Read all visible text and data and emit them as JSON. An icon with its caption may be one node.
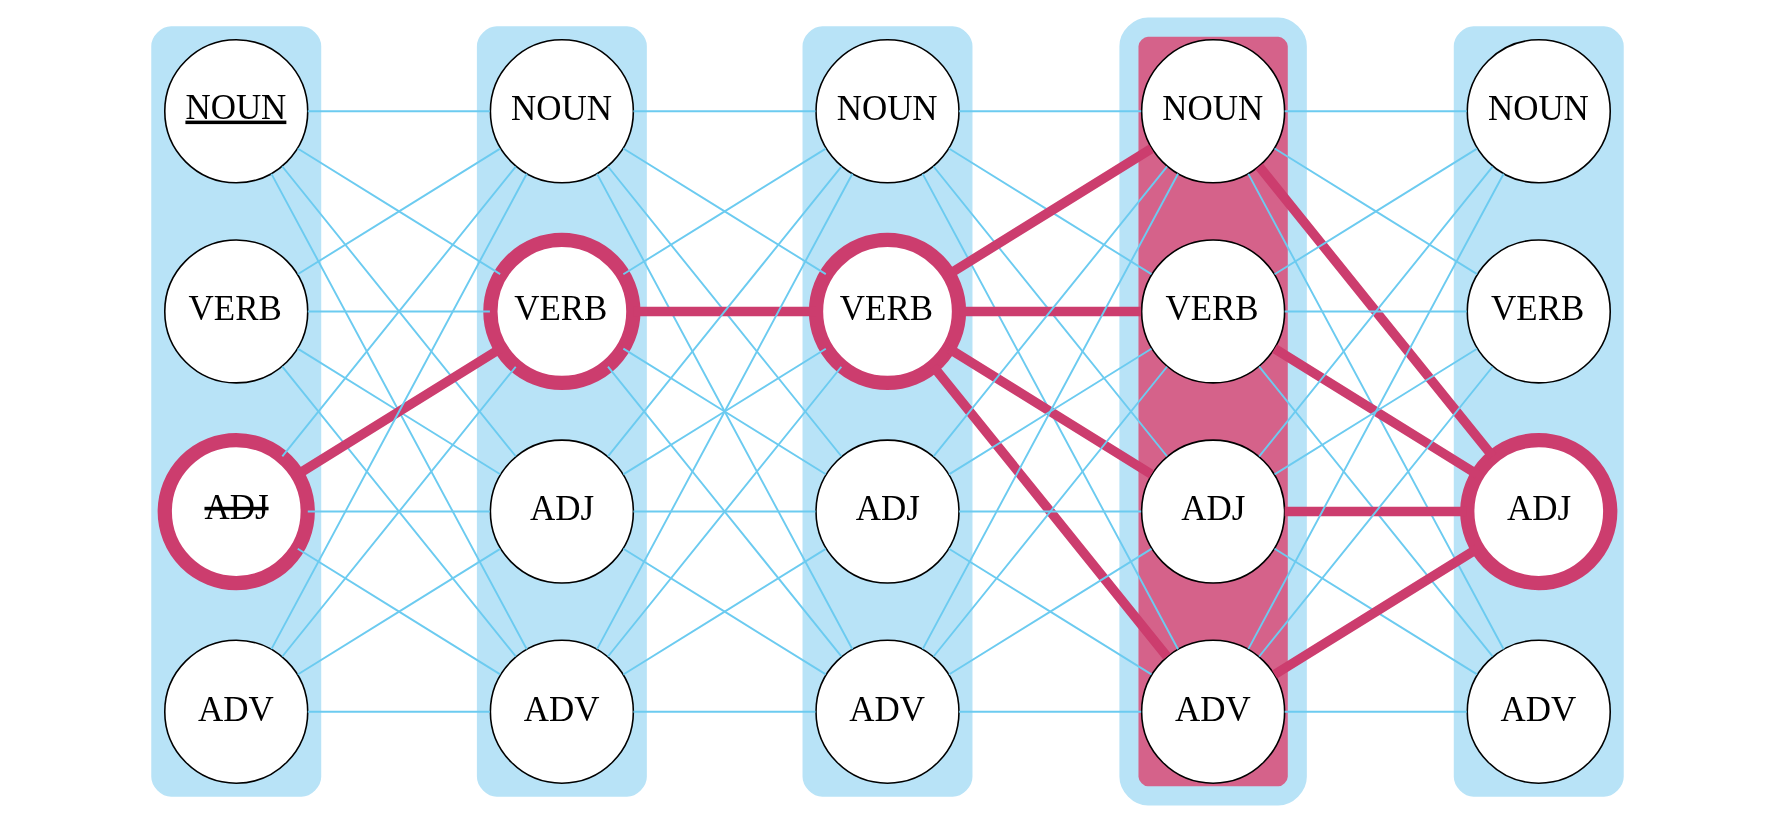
{
  "diagram": {
    "nodes": [
      {
        "text": [],
        "shape": "band"
      },
      {
        "text": [
          "NOUN"
        ],
        "in": 0
      },
      {
        "text": [
          "VERB"
        ],
        "in": 0
      },
      {
        "text": [
          "ADJ"
        ],
        "in": 0
      },
      {
        "text": [
          "ADV"
        ],
        "in": 0
      },
      {
        "text": [],
        "shape": "band"
      },
      {
        "text": [
          "NOUN"
        ],
        "in": 5
      },
      {
        "text": [
          "VERB"
        ],
        "in": 5
      },
      {
        "text": [
          "ADJ"
        ],
        "in": 5
      },
      {
        "text": [
          "ADV"
        ],
        "in": 5
      },
      {
        "text": [],
        "shape": "band"
      },
      {
        "text": [
          "NOUN"
        ],
        "in": 10
      },
      {
        "text": [
          "VERB"
        ],
        "in": 10
      },
      {
        "text": [
          "ADJ"
        ],
        "in": 10
      },
      {
        "text": [
          "ADV"
        ],
        "in": 10
      },
      {
        "text": [],
        "shape": "band"
      },
      {
        "text": [
          "NOUN"
        ],
        "in": 15
      },
      {
        "text": [
          "VERB"
        ],
        "in": 15
      },
      {
        "text": [
          "ADJ"
        ],
        "in": 15
      },
      {
        "text": [
          "ADV"
        ],
        "in": 15
      },
      {
        "text": [],
        "shape": "band"
      },
      {
        "text": [
          "NOUN"
        ],
        "in": 20
      },
      {
        "text": [
          "VERB"
        ],
        "in": 20
      },
      {
        "text": [
          "ADJ"
        ],
        "in": 20
      },
      {
        "text": [
          "ADV"
        ],
        "in": 20
      }
    ],
    "edges": [
      {
        "from": 1,
        "to": 6,
        "arrow": "none"
      },
      {
        "from": 1,
        "to": 7,
        "arrow": "none"
      },
      {
        "from": 1,
        "to": 8,
        "arrow": "none"
      },
      {
        "from": 1,
        "to": 9,
        "arrow": "none"
      },
      {
        "from": 2,
        "to": 6,
        "arrow": "none"
      },
      {
        "from": 2,
        "to": 7,
        "arrow": "none"
      },
      {
        "from": 2,
        "to": 8,
        "arrow": "none"
      },
      {
        "from": 2,
        "to": 9,
        "arrow": "none"
      },
      {
        "from": 3,
        "to": 6,
        "arrow": "none"
      },
      {
        "from": 3,
        "to": 7,
        "arrow": "none",
        "style": "thick",
        "color": "#cc3d6e"
      },
      {
        "from": 3,
        "to": 8,
        "arrow": "none"
      },
      {
        "from": 3,
        "to": 9,
        "arrow": "none"
      },
      {
        "from": 4,
        "to": 6,
        "arrow": "none"
      },
      {
        "from": 4,
        "to": 7,
        "arrow": "none"
      },
      {
        "from": 4,
        "to": 8,
        "arrow": "none"
      },
      {
        "from": 4,
        "to": 9,
        "arrow": "none"
      },
      {
        "from": 6,
        "to": 11,
        "arrow": "none"
      },
      {
        "from": 6,
        "to": 12,
        "arrow": "none"
      },
      {
        "from": 6,
        "to": 13,
        "arrow": "none"
      },
      {
        "from": 6,
        "to": 14,
        "arrow": "none"
      },
      {
        "from": 7,
        "to": 11,
        "arrow": "none"
      },
      {
        "from": 7,
        "to": 12,
        "arrow": "none",
        "style": "thick",
        "color": "#cc3d6e"
      },
      {
        "from": 7,
        "to": 13,
        "arrow": "none"
      },
      {
        "from": 7,
        "to": 14,
        "arrow": "none"
      },
      {
        "from": 8,
        "to": 11,
        "arrow": "none"
      },
      {
        "from": 8,
        "to": 12,
        "arrow": "none"
      },
      {
        "from": 8,
        "to": 13,
        "arrow": "none"
      },
      {
        "from": 8,
        "to": 14,
        "arrow": "none"
      },
      {
        "from": 9,
        "to": 11,
        "arrow": "none"
      },
      {
        "from": 9,
        "to": 12,
        "arrow": "none"
      },
      {
        "from": 9,
        "to": 13,
        "arrow": "none"
      },
      {
        "from": 9,
        "to": 14,
        "arrow": "none"
      },
      {
        "from": 11,
        "to": 16,
        "arrow": "none"
      },
      {
        "from": 11,
        "to": 17,
        "arrow": "none"
      },
      {
        "from": 11,
        "to": 18,
        "arrow": "none"
      },
      {
        "from": 11,
        "to": 19,
        "arrow": "none"
      },
      {
        "from": 12,
        "to": 16,
        "arrow": "none",
        "style": "thick",
        "color": "#cc3d6e"
      },
      {
        "from": 12,
        "to": 17,
        "arrow": "none",
        "style": "thick",
        "color": "#cc3d6e"
      },
      {
        "from": 12,
        "to": 18,
        "arrow": "none",
        "style": "thick",
        "color": "#cc3d6e"
      },
      {
        "from": 12,
        "to": 19,
        "arrow": "none",
        "style": "thick",
        "color": "#cc3d6e"
      },
      {
        "from": 13,
        "to": 16,
        "arrow": "none"
      },
      {
        "from": 13,
        "to": 17,
        "arrow": "none"
      },
      {
        "from": 13,
        "to": 18,
        "arrow": "none"
      },
      {
        "from": 13,
        "to": 19,
        "arrow": "none"
      },
      {
        "from": 14,
        "to": 16,
        "arrow": "none"
      },
      {
        "from": 14,
        "to": 17,
        "arrow": "none"
      },
      {
        "from": 14,
        "to": 18,
        "arrow": "none"
      },
      {
        "from": 14,
        "to": 19,
        "arrow": "none"
      },
      {
        "from": 16,
        "to": 21,
        "arrow": "none"
      },
      {
        "from": 16,
        "to": 22,
        "arrow": "none"
      },
      {
        "from": 16,
        "to": 23,
        "arrow": "none",
        "style": "thick",
        "color": "#cc3d6e"
      },
      {
        "from": 16,
        "to": 24,
        "arrow": "none"
      },
      {
        "from": 17,
        "to": 21,
        "arrow": "none"
      },
      {
        "from": 17,
        "to": 22,
        "arrow": "none"
      },
      {
        "from": 17,
        "to": 23,
        "arrow": "none",
        "style": "thick",
        "color": "#cc3d6e"
      },
      {
        "from": 17,
        "to": 24,
        "arrow": "none"
      },
      {
        "from": 18,
        "to": 21,
        "arrow": "none"
      },
      {
        "from": 18,
        "to": 22,
        "arrow": "none"
      },
      {
        "from": 18,
        "to": 23,
        "arrow": "none",
        "style": "thick",
        "color": "#cc3d6e"
      },
      {
        "from": 18,
        "to": 24,
        "arrow": "none"
      },
      {
        "from": 19,
        "to": 21,
        "arrow": "none"
      },
      {
        "from": 19,
        "to": 22,
        "arrow": "none"
      },
      {
        "from": 19,
        "to": 23,
        "arrow": "none",
        "style": "thick",
        "color": "#cc3d6e"
      },
      {
        "from": 19,
        "to": 24,
        "arrow": "none"
      }
    ]
  }
}
